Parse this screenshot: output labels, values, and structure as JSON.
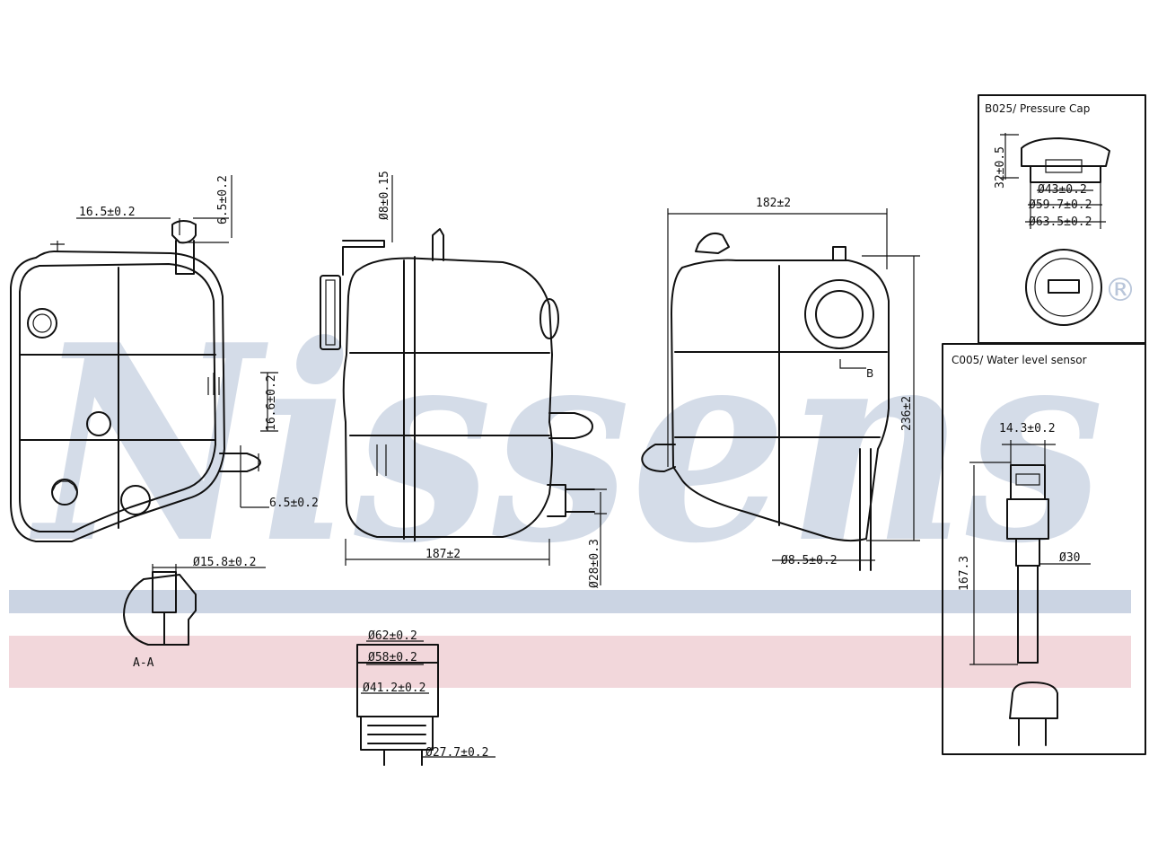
{
  "watermark": {
    "brand": "Nissens",
    "registered": "®",
    "blue_color": "#b9c6da",
    "red_color": "#eec9cf"
  },
  "line_color": "#111111",
  "left_view": {
    "width_top": "16.5±0.2",
    "height_small": "6.5±0.2",
    "height_mid": "16.6±0.2",
    "height_low": "6.5±0.2"
  },
  "section_detail": {
    "diameter": "Ø15.8±0.2",
    "section_label": "A-A"
  },
  "middle_view": {
    "pipe_diameter": "Ø8±0.15",
    "width": "187±2",
    "outlet_diameter": "Ø28±0.3"
  },
  "cap_detail": {
    "d1": "Ø62±0.2",
    "d2": "Ø58±0.2",
    "d3": "Ø41.2±0.2",
    "d4": "Ø27.7±0.2"
  },
  "right_view": {
    "width": "182±2",
    "height": "236±2",
    "outlet_diameter": "Ø8.5±0.2",
    "mark": "B"
  },
  "pressure_cap": {
    "title": "B025/ Pressure Cap",
    "height": "32±0.5",
    "d1": "Ø43±0.2",
    "d2": "Ø59.7±0.2",
    "d3": "Ø63.5±0.2"
  },
  "level_sensor": {
    "title": "C005/ Water level sensor",
    "width": "14.3±0.2",
    "length": "167.3",
    "diameter": "Ø30"
  }
}
